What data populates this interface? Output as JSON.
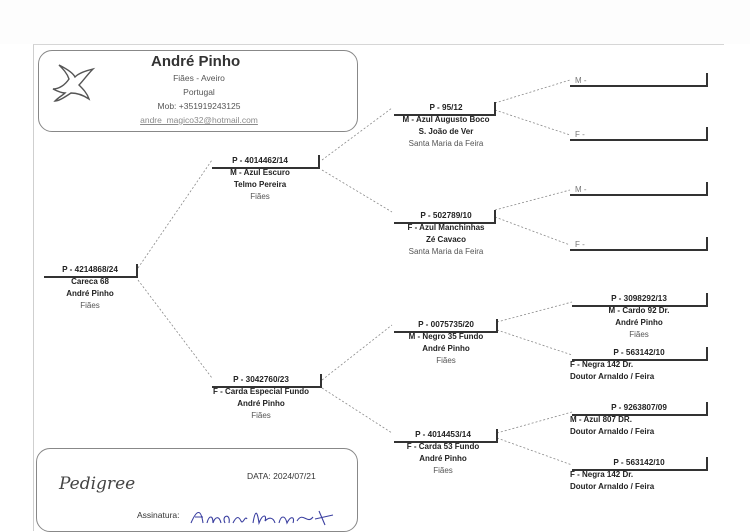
{
  "header": {
    "name": "André Pinho",
    "location": "Fiães - Aveiro",
    "country": "Portugal",
    "mobile": "Mob: +351919243125",
    "email": "andre_magico32@hotmail.com"
  },
  "subject": {
    "id": "P - 4214868/24",
    "name": "Careca 68",
    "breeder": "André Pinho",
    "place": "Fiães"
  },
  "sire": {
    "id": "P - 4014462/14",
    "name": "M - Azul Escuro",
    "breeder": "Telmo Pereira",
    "place": "Fiães"
  },
  "dam": {
    "id": "P - 3042760/23",
    "name": "F - Carda Especial Fundo",
    "breeder": "André Pinho",
    "place": "Fiães"
  },
  "ss": {
    "id": "P -         95/12",
    "name": "M - Azul Augusto Boco",
    "breeder": "S. João de Ver",
    "place": "Santa Maria da Feira"
  },
  "sd": {
    "id": "P - 502789/10",
    "name": "F - Azul Manchinhas",
    "breeder": "Zé Cavaco",
    "place": "Santa Maria da Feira"
  },
  "ds": {
    "id": "P - 0075735/20",
    "name": "M - Negro 35 Fundo",
    "breeder": "André Pinho",
    "place": "Fiães"
  },
  "dd": {
    "id": "P - 4014453/14",
    "name": "F - Carda 53 Fundo",
    "breeder": "André Pinho",
    "place": "Fiães"
  },
  "g": {
    "sss": "M -",
    "ssd": "F -",
    "sds": "M -",
    "sdd": "F -",
    "dss": {
      "id": "P - 3098292/13",
      "name": "M - Cardo 92 Dr.",
      "breeder": "André Pinho",
      "place": "Fiães"
    },
    "dsd": {
      "id": "P - 563142/10",
      "name": "F - Negra 142 Dr.",
      "breeder": "Doutor Arnaldo / Feira"
    },
    "dds": {
      "id": "P - 9263807/09",
      "name": "M - Azul 807 DR.",
      "breeder": "Doutor Arnaldo / Feira"
    },
    "ddd": {
      "id": "P - 563142/10",
      "name": "F - Negra 142 Dr.",
      "breeder": "Doutor Arnaldo / Feira"
    }
  },
  "footer": {
    "title": "Pedigree",
    "date": "DATA:  2024/07/21",
    "signature_label": "Assinatura:"
  }
}
